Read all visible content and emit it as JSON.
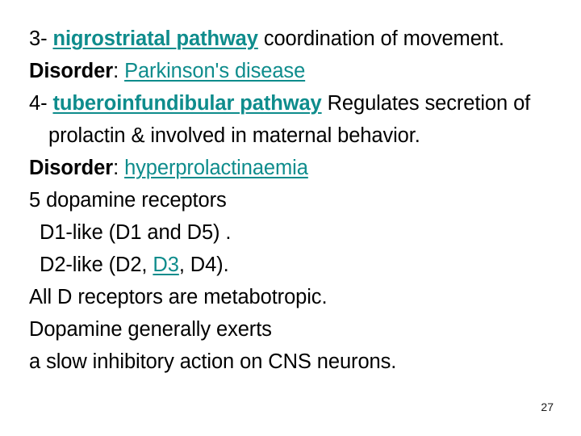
{
  "slide": {
    "page_number": "27",
    "background_color": "#ffffff",
    "accent_color": "#0E8C8C",
    "text_color": "#000000",
    "lines": [
      {
        "indent": 1,
        "segments": [
          {
            "text": "3- ",
            "bold": false,
            "teal": false,
            "underline": false
          },
          {
            "text": "nigrostriatal pathway",
            "bold": true,
            "teal": true,
            "underline": true
          },
          {
            "text": " coordination of movement.",
            "bold": false,
            "teal": false,
            "underline": false
          }
        ]
      },
      {
        "indent": 1,
        "segments": [
          {
            "text": "Disorder",
            "bold": true,
            "teal": false,
            "underline": false
          },
          {
            "text": ": ",
            "bold": false,
            "teal": false,
            "underline": false
          },
          {
            "text": "Parkinson's disease",
            "bold": false,
            "teal": true,
            "underline": true
          }
        ]
      },
      {
        "indent": 1,
        "segments": [
          {
            "text": "4- ",
            "bold": false,
            "teal": false,
            "underline": false
          },
          {
            "text": "tuberoinfundibular pathway",
            "bold": true,
            "teal": true,
            "underline": true
          },
          {
            "text": " Regulates secretion of",
            "bold": false,
            "teal": false,
            "underline": false
          }
        ]
      },
      {
        "indent": 2,
        "segments": [
          {
            "text": "prolactin & involved in maternal behavior.",
            "bold": false,
            "teal": false,
            "underline": false
          }
        ]
      },
      {
        "indent": 1,
        "segments": [
          {
            "text": "Disorder",
            "bold": true,
            "teal": false,
            "underline": false
          },
          {
            "text": ": ",
            "bold": false,
            "teal": false,
            "underline": false
          },
          {
            "text": "hyperprolactinaemia",
            "bold": false,
            "teal": true,
            "underline": true
          }
        ]
      },
      {
        "indent": 1,
        "segments": [
          {
            "text": "5 dopamine receptors",
            "bold": false,
            "teal": false,
            "underline": false
          }
        ]
      },
      {
        "indent": 3,
        "segments": [
          {
            "text": " D1-like (D1 and D5) .",
            "bold": false,
            "teal": false,
            "underline": false
          }
        ]
      },
      {
        "indent": 3,
        "segments": [
          {
            "text": " D2-like (D2, ",
            "bold": false,
            "teal": false,
            "underline": false
          },
          {
            "text": "D3",
            "bold": false,
            "teal": true,
            "underline": true
          },
          {
            "text": ", D4).",
            "bold": false,
            "teal": false,
            "underline": false
          }
        ]
      },
      {
        "indent": 1,
        "segments": [
          {
            "text": "All D receptors are metabotropic.",
            "bold": false,
            "teal": false,
            "underline": false
          }
        ]
      },
      {
        "indent": 1,
        "segments": [
          {
            "text": "Dopamine generally exerts",
            "bold": false,
            "teal": false,
            "underline": false
          }
        ]
      },
      {
        "indent": 1,
        "segments": [
          {
            "text": "a slow inhibitory action on CNS neurons.",
            "bold": false,
            "teal": false,
            "underline": false
          }
        ]
      }
    ]
  }
}
